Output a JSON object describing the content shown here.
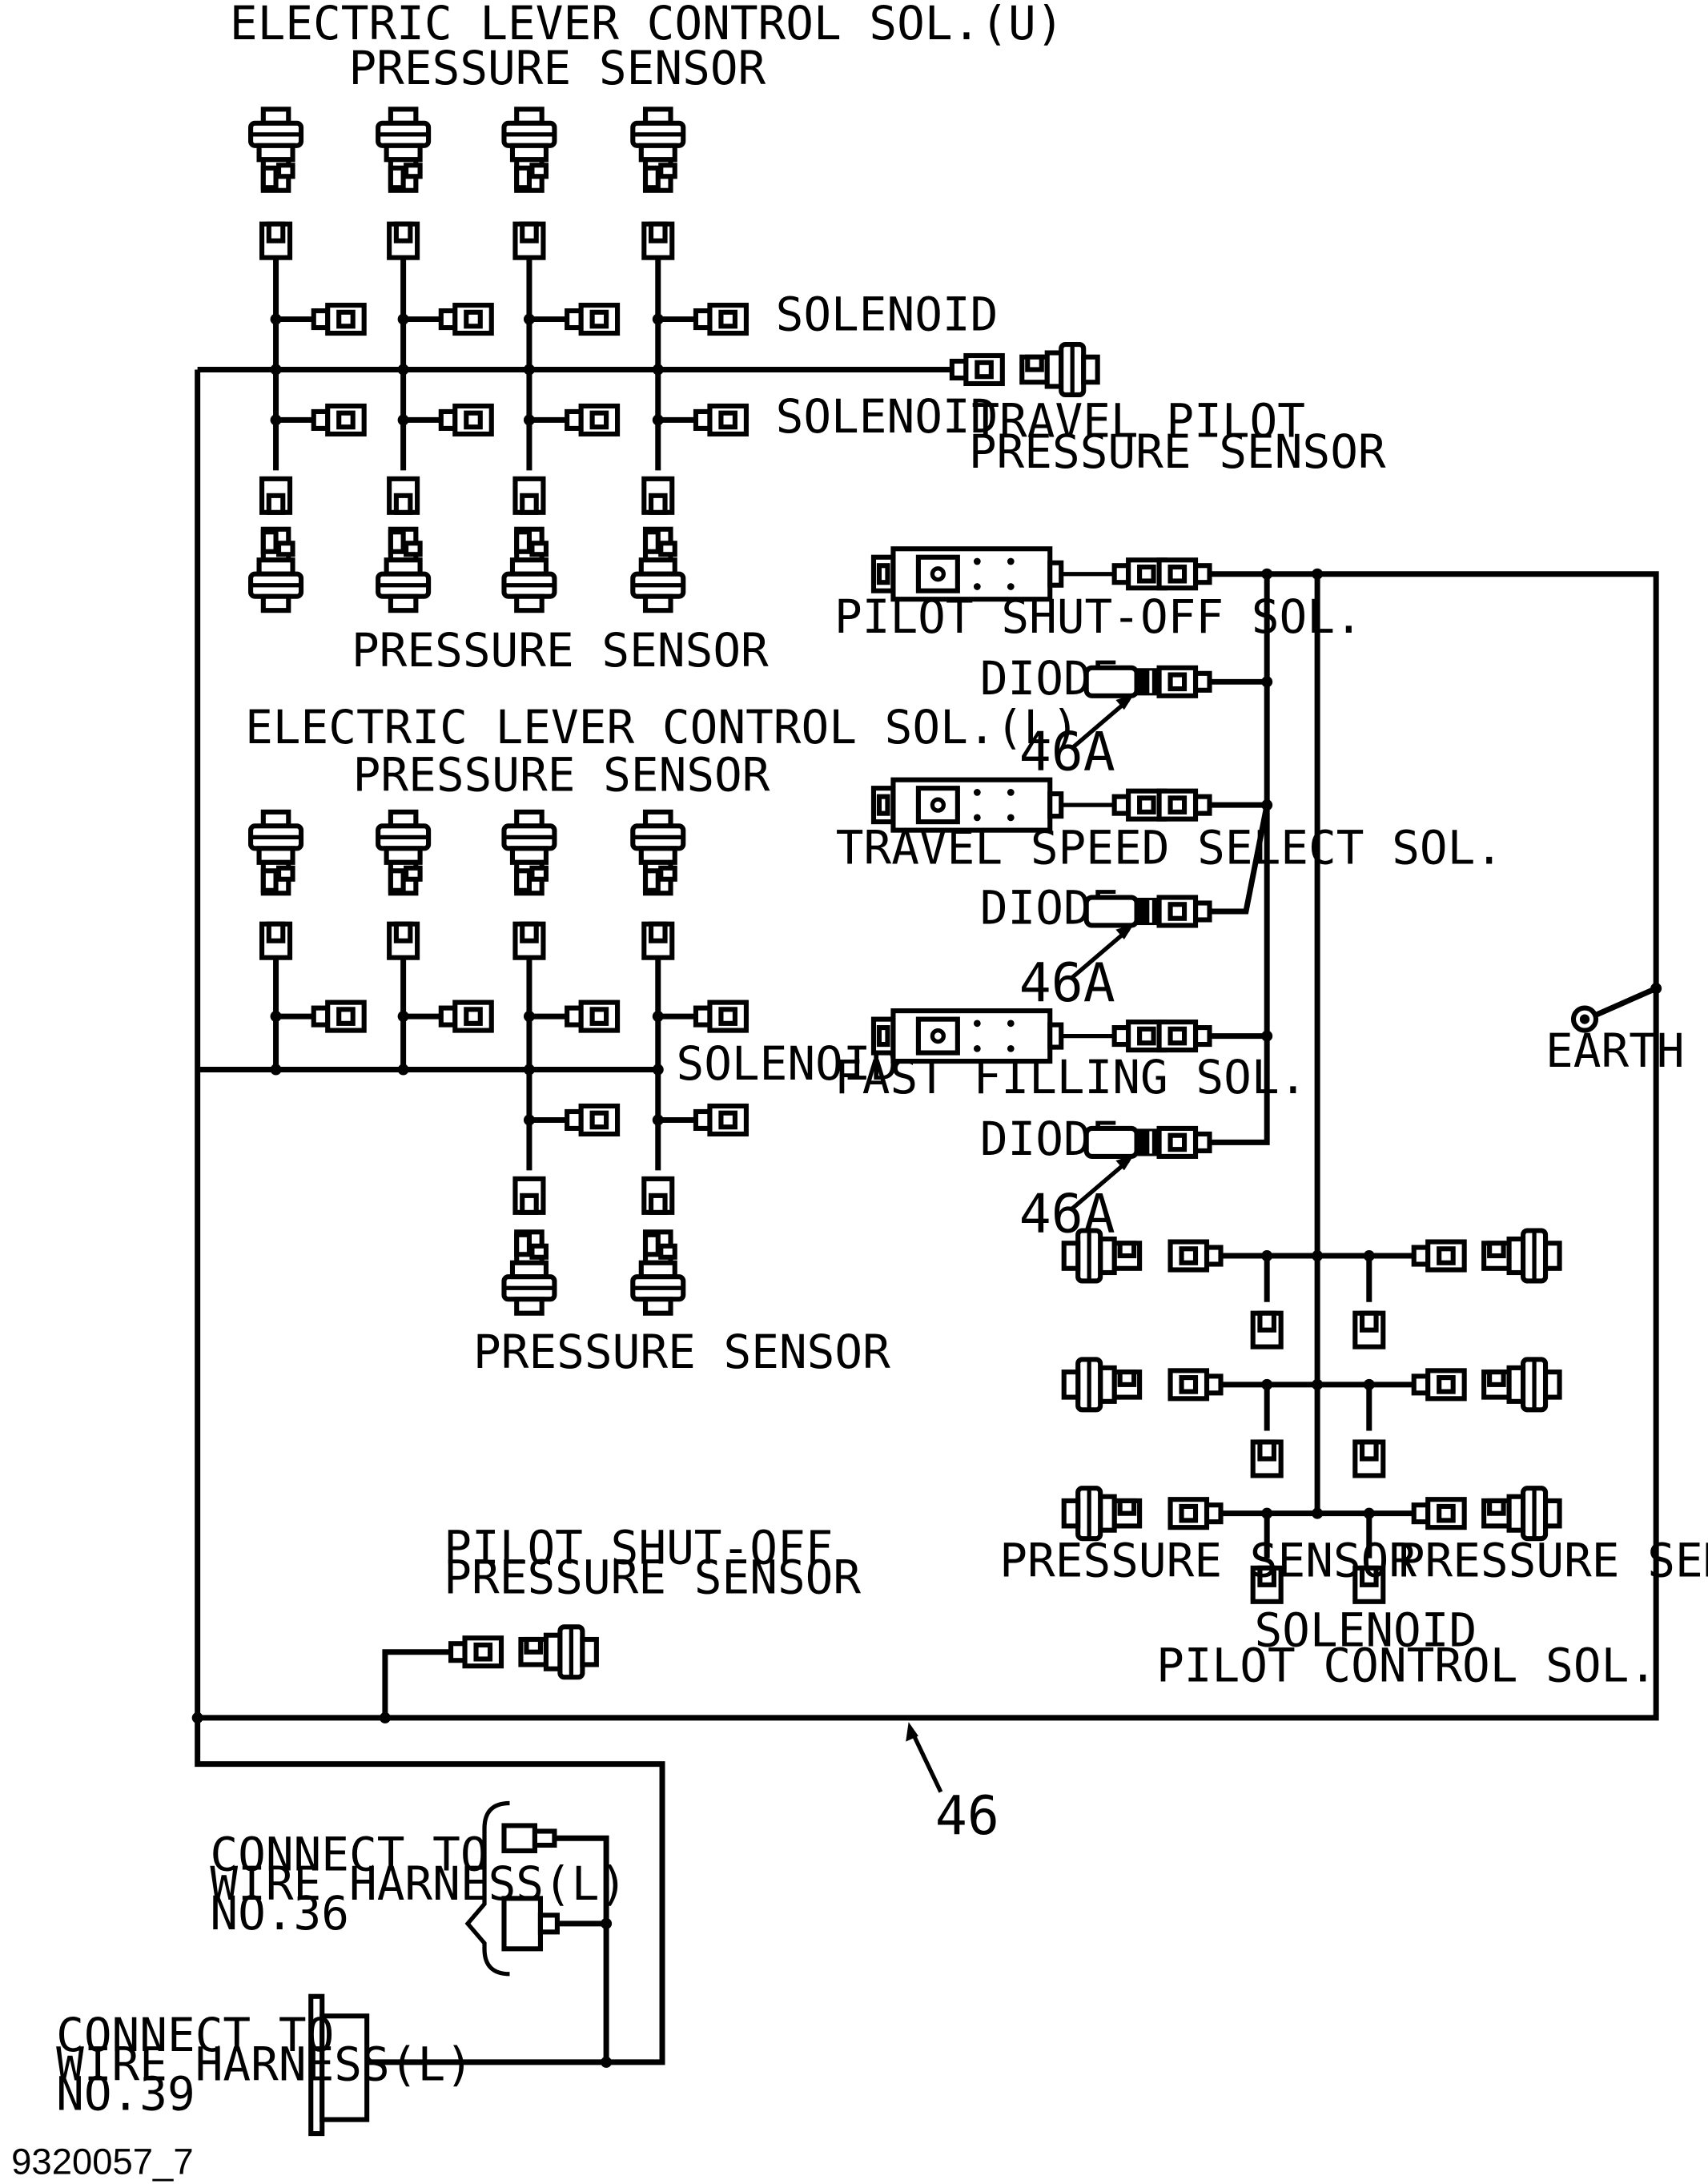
{
  "labels": {
    "elc_u_title": "ELECTRIC LEVER CONTROL SOL.(U)",
    "elc_u_ps_top": "PRESSURE SENSOR",
    "solenoid_1": "SOLENOID",
    "solenoid_2": "SOLENOID",
    "travel_pilot_1": "TRAVEL PILOT",
    "travel_pilot_2": "PRESSURE SENSOR",
    "elc_u_ps_bottom": "PRESSURE SENSOR",
    "elc_l_title": "ELECTRIC LEVER CONTROL SOL.(L)",
    "elc_l_ps_top": "PRESSURE SENSOR",
    "solenoid_3": "SOLENOID",
    "elc_l_ps_bottom": "PRESSURE SENSOR",
    "pilot_shutoff_sol": "PILOT SHUT-OFF SOL.",
    "diode_1": "DIODE",
    "ref_46a_1": "46A",
    "travel_speed_sol": "TRAVEL SPEED SELECT SOL.",
    "diode_2": "DIODE",
    "ref_46a_2": "46A",
    "fast_filling_sol": "FAST FILLING SOL.",
    "diode_3": "DIODE",
    "ref_46a_3": "46A",
    "earth": "EARTH",
    "pcs_ps_left": "PRESSURE SENSOR",
    "pcs_ps_right": "PRESSURE SENSOR",
    "pcs_solenoid": "SOLENOID",
    "pcs_title": "PILOT CONTROL SOL.",
    "pilot_shutoff_ps_1": "PILOT SHUT-OFF",
    "pilot_shutoff_ps_2": "PRESSURE SENSOR",
    "ref_46": "46",
    "connect36_1": "CONNECT TO",
    "connect36_2": "WIRE HARNESS(L)",
    "connect36_3": "NO.36",
    "connect39_1": "CONNECT TO",
    "connect39_2": "WIRE HARNESS(L)",
    "connect39_3": "NO.39",
    "drawing_code": "9320057_7"
  }
}
